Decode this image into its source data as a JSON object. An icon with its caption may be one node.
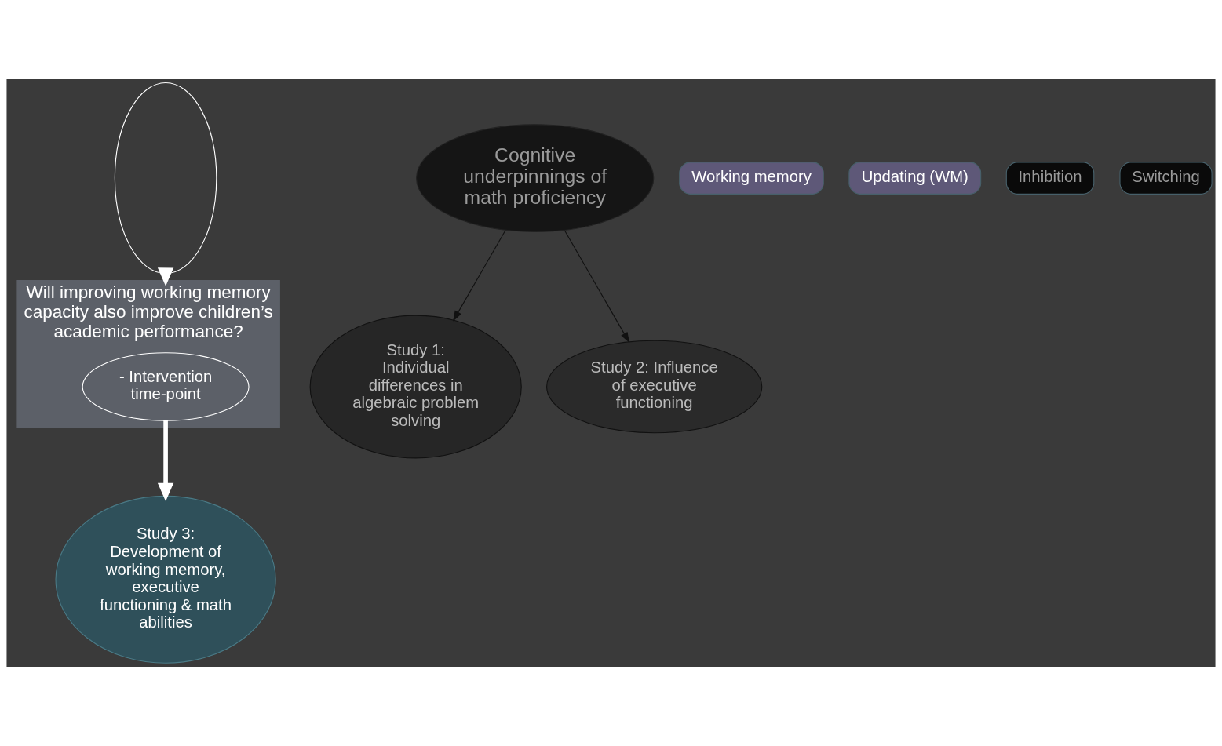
{
  "diagram": {
    "nodes": [
      {
        "text": [
          "Will improving working memory capacity also improve children’s academic performance?"
        ]
      },
      {
        "text": [
          "- Intervention time-point"
        ],
        "in": 0
      },
      {
        "text": [
          "Cognitive underpinnings of math proficiency"
        ]
      },
      {
        "text": [
          "Study 1: Individual differences in algebraic problem solving"
        ]
      },
      {
        "text": [
          "Working memory"
        ]
      },
      {
        "text": [],
        "shape": "ellipse"
      },
      {
        "text": [
          "Study 2: Influence of executive functioning"
        ]
      },
      {
        "text": [
          "Updating (WM)"
        ]
      },
      {
        "text": [
          "Inhibition"
        ]
      },
      {
        "text": [
          "Switching"
        ]
      },
      {
        "text": [
          "Study 3: Development of working memory, executive functioning & math abilities"
        ]
      }
    ],
    "edges": [
      {
        "from": 2,
        "to": 3,
        "arrow": "to"
      },
      {
        "from": 2,
        "to": 6,
        "arrow": "to"
      },
      {
        "from": 5,
        "to": 0,
        "arrow": "to",
        "style": "thick",
        "color": "#ffffff"
      },
      {
        "from": 1,
        "to": 10,
        "arrow": "to",
        "style": "thick",
        "color": "#ffffff"
      }
    ]
  }
}
